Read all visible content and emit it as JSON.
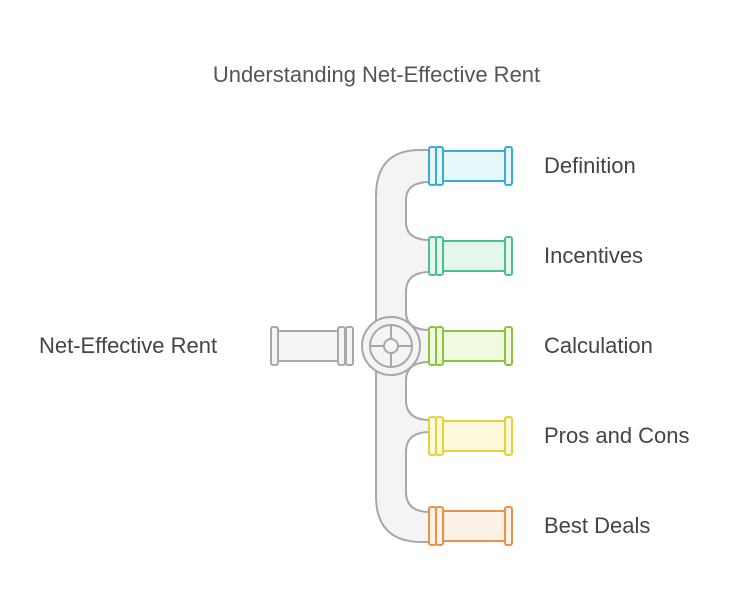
{
  "title": "Understanding Net-Effective Rent",
  "source": {
    "label": "Net-Effective Rent"
  },
  "branches": [
    {
      "label": "Definition",
      "stroke": "#3aaad8",
      "fill": "#e6f7fb"
    },
    {
      "label": "Incentives",
      "stroke": "#4cc08a",
      "fill": "#e4f8ee"
    },
    {
      "label": "Calculation",
      "stroke": "#8cc23e",
      "fill": "#f0fadf"
    },
    {
      "label": "Pros and Cons",
      "stroke": "#e3d23a",
      "fill": "#fdf9dc"
    },
    {
      "label": "Best Deals",
      "stroke": "#e7924a",
      "fill": "#fdf0e6"
    }
  ],
  "colors": {
    "pipe_stroke": "#a8a8a8",
    "pipe_fill": "#f4f4f4"
  }
}
